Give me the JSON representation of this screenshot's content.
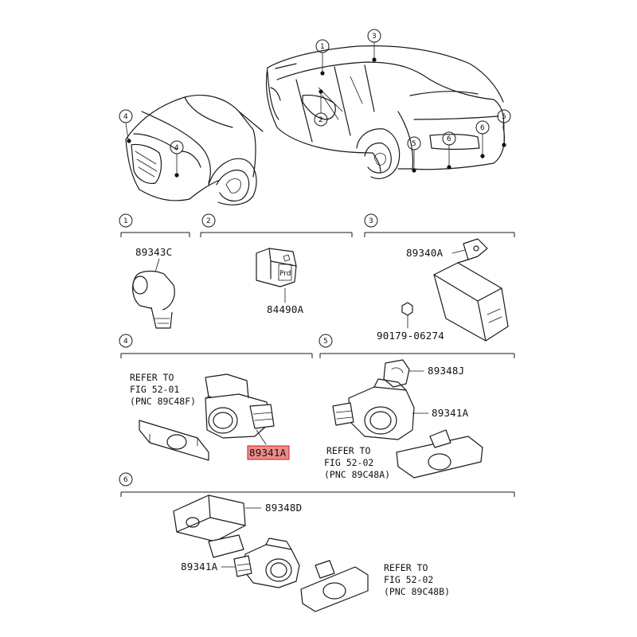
{
  "sections": [
    {
      "number": "1",
      "parts": [
        "89343C"
      ]
    },
    {
      "number": "2",
      "parts": [
        "84490A"
      ]
    },
    {
      "number": "3",
      "parts": [
        "89340A",
        "90179-06274"
      ]
    },
    {
      "number": "4",
      "parts": [
        "89341A"
      ],
      "refer": [
        "REFER TO",
        "FIG 52-01",
        "(PNC 89C48F)"
      ]
    },
    {
      "number": "5",
      "parts": [
        "89348J",
        "89341A"
      ],
      "refer": [
        "REFER TO",
        "FIG 52-02",
        "(PNC 89C48A)"
      ]
    },
    {
      "number": "6",
      "parts": [
        "89348D",
        "89341A"
      ],
      "refer": [
        "REFER TO",
        "FIG 52-02",
        "(PNC 89C48B)"
      ]
    }
  ],
  "car_callouts": {
    "front": [
      "4",
      "4"
    ],
    "rear": [
      "1",
      "3",
      "2",
      "5",
      "6",
      "6",
      "5"
    ]
  },
  "switch_label": "Prd",
  "highlight_color": "#f08b8b"
}
